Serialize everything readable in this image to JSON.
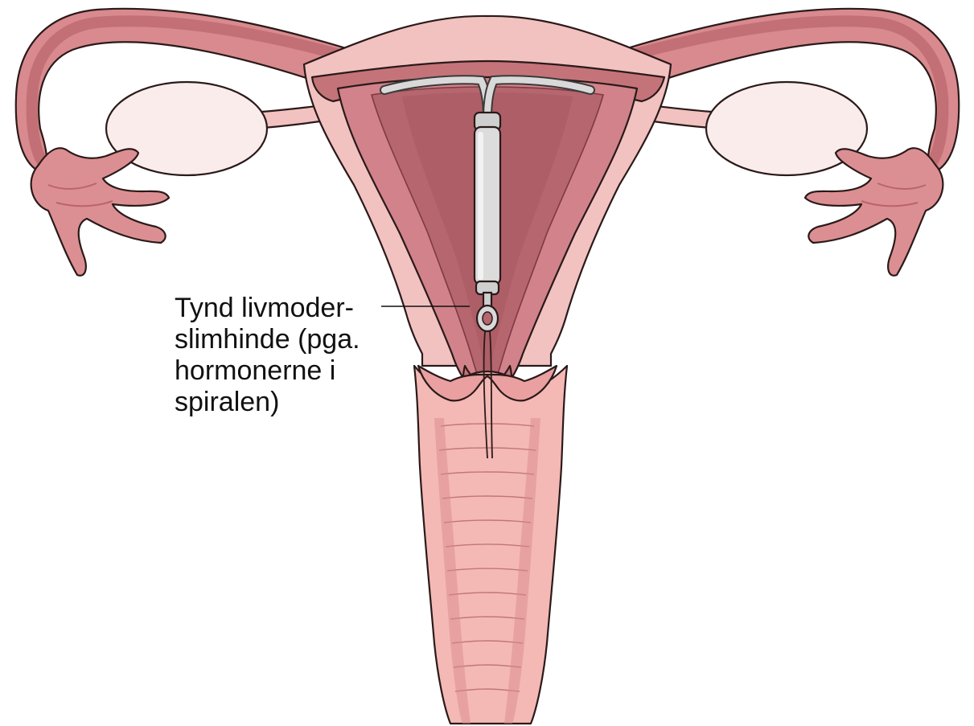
{
  "diagram": {
    "label_lines": [
      "Tynd livmoder-",
      "slimhinde (pga.",
      "hormonerne i",
      "spiralen)"
    ],
    "parts": [
      "uterus",
      "fallopian-tube-left",
      "fallopian-tube-right",
      "ovary-left",
      "ovary-right",
      "fimbriae-left",
      "fimbriae-right",
      "endometrium",
      "hormonal-iud",
      "iud-threads",
      "cervix",
      "vagina"
    ],
    "colors": {
      "uterus_wall": "#f2c2c0",
      "tube": "#d98a8e",
      "tube_dark": "#b9646c",
      "cavity": "#b5666e",
      "endometrium": "#d2828a",
      "ovary": "#fbecec",
      "iud": "#d9d9d9",
      "vagina": "#f4b9b5",
      "outline": "#2a1a1a"
    }
  }
}
